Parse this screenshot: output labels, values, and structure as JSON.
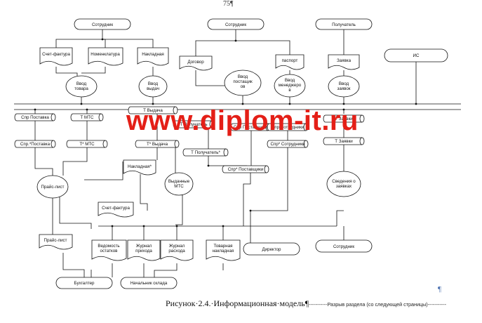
{
  "page_number": "75¶",
  "watermark": "www.diplom-it.ru",
  "caption": {
    "text": "Рисунок·2.4.·Информационная·модель¶",
    "section_break": "-----------Разрыв раздела (со следующей страницы)-----------"
  },
  "pilcrow": "¶",
  "nodes": {
    "sotrudnik_top_left": "Сотрудник",
    "sotrudnik_top_mid": "Сотрудник",
    "poluchatel_top": "Получатель",
    "is": "ИС",
    "schet_faktura_top": "Счет-фактура",
    "nomenklatura": "Номенклатура",
    "nakladnaya_top": "Накладная",
    "dogovor": "Договор",
    "pasport": "паспорт",
    "zayavka": "Заявка",
    "vvod_tovara": [
      "Ввод",
      "товара"
    ],
    "vvod_vydach": [
      "Ввод",
      "выдач"
    ],
    "vvod_postavshchikov": [
      "Ввод",
      "постащик",
      "ов"
    ],
    "vvod_menedzherov": [
      "Ввод",
      "менеджеро",
      "в"
    ],
    "vvod_zayavok": [
      "Ввод",
      "заявок"
    ],
    "spr_postavka": "Спр Поставка",
    "t_mts": "Т МТС",
    "t_vydacha": "Т Выдача",
    "t_poluchatel": "Т Получатель",
    "spr_postavshchiki": "Спр Поставщики",
    "spr_sotrudniki": "Спр Сотрудники",
    "t_zayavki": "Т Заявки",
    "spr_postavka_star": "Спр.*Поставка",
    "t_mts_star": "Т* МТС",
    "t_vydacha_star": "Т* Выдача",
    "t_poluchatel_star": "Т Получатель*",
    "spr_sotrudniki_star": "Спр* Сотрудники",
    "t_zayavki_star": "Т Заявки",
    "spr_postavshchiki_star": "Спр* Поставщики",
    "nakladnaya_star": "Накладная*",
    "price_list_1": "Прайс-лист",
    "vydannye_mts": [
      "Выданные",
      "МТС"
    ],
    "svedeniya_o_zayavkah": [
      "Сведения о",
      "заявках"
    ],
    "schet_faktura_mid": "Счет-фактура",
    "price_list_2": "Прайс-лист",
    "vedomost_ostatkov": [
      "Ведомость",
      "остатков"
    ],
    "zhurnal_prihoda": [
      "Журнал",
      "прихода"
    ],
    "zhurnal_rashoda": [
      "Журнал",
      "расхода"
    ],
    "tovarnaya_nakladnaya": [
      "Товарная",
      "накладная"
    ],
    "direktor": "Директор",
    "sotrudnik_bottom": "Сотрудник",
    "buhgalter": "Бухгалтер",
    "nachalnik_sklada": "Начальник склада"
  }
}
